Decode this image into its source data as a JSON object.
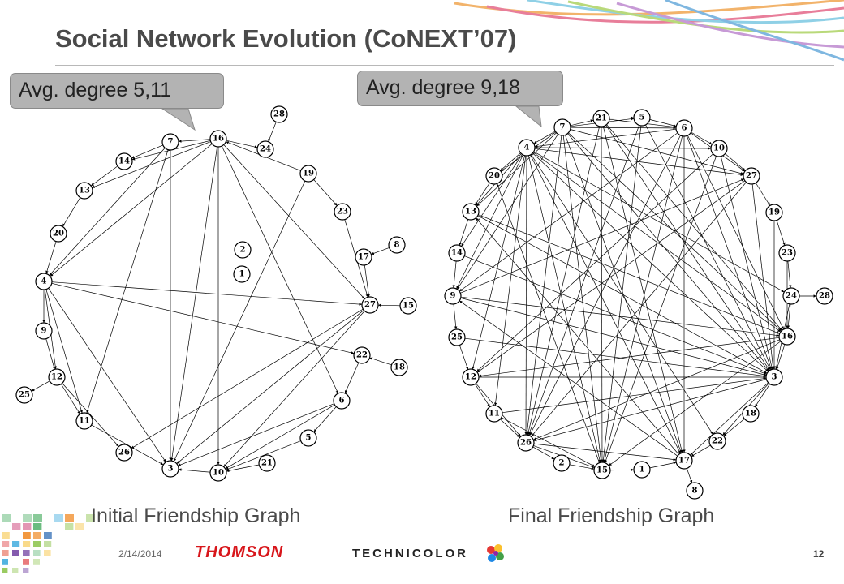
{
  "slide": {
    "title": "Social Network Evolution (CoNEXT’07)",
    "date": "2/14/2014",
    "page_number": "12"
  },
  "callouts": {
    "left": "Avg. degree 5,11",
    "right": "Avg. degree 9,18"
  },
  "captions": {
    "left": "Initial Friendship Graph",
    "right": "Final Friendship Graph"
  },
  "footer": {
    "thomson_logo": "THOMSON",
    "technicolor_logo": "TECHNICOLOR"
  },
  "graphs": {
    "initial": {
      "nodes": [
        "7",
        "16",
        "28",
        "24",
        "19",
        "14",
        "13",
        "23",
        "20",
        "8",
        "17",
        "2",
        "1",
        "4",
        "27",
        "15",
        "9",
        "22",
        "18",
        "12",
        "25",
        "6",
        "11",
        "5",
        "26",
        "21",
        "3",
        "10"
      ],
      "edges": [
        [
          "16",
          "7"
        ],
        [
          "16",
          "14"
        ],
        [
          "16",
          "13"
        ],
        [
          "16",
          "4"
        ],
        [
          "16",
          "3"
        ],
        [
          "16",
          "10"
        ],
        [
          "16",
          "6"
        ],
        [
          "16",
          "27"
        ],
        [
          "16",
          "24"
        ],
        [
          "7",
          "14"
        ],
        [
          "7",
          "3"
        ],
        [
          "7",
          "11"
        ],
        [
          "7",
          "4"
        ],
        [
          "28",
          "24"
        ],
        [
          "19",
          "16"
        ],
        [
          "19",
          "23"
        ],
        [
          "19",
          "3"
        ],
        [
          "14",
          "13"
        ],
        [
          "13",
          "20"
        ],
        [
          "20",
          "4"
        ],
        [
          "4",
          "27"
        ],
        [
          "4",
          "22"
        ],
        [
          "4",
          "9"
        ],
        [
          "4",
          "12"
        ],
        [
          "4",
          "11"
        ],
        [
          "4",
          "3"
        ],
        [
          "23",
          "27"
        ],
        [
          "17",
          "27"
        ],
        [
          "8",
          "17"
        ],
        [
          "15",
          "27"
        ],
        [
          "18",
          "22"
        ],
        [
          "22",
          "6"
        ],
        [
          "6",
          "10"
        ],
        [
          "6",
          "5"
        ],
        [
          "6",
          "3"
        ],
        [
          "27",
          "3"
        ],
        [
          "27",
          "26"
        ],
        [
          "27",
          "10"
        ],
        [
          "9",
          "12"
        ],
        [
          "12",
          "25"
        ],
        [
          "12",
          "11"
        ],
        [
          "12",
          "26"
        ],
        [
          "11",
          "3"
        ],
        [
          "5",
          "10"
        ],
        [
          "21",
          "10"
        ],
        [
          "10",
          "3"
        ]
      ]
    },
    "final": {
      "nodes": [
        "7",
        "21",
        "5",
        "6",
        "4",
        "10",
        "20",
        "27",
        "13",
        "19",
        "14",
        "23",
        "9",
        "24",
        "28",
        "25",
        "16",
        "12",
        "3",
        "11",
        "18",
        "26",
        "22",
        "2",
        "15",
        "1",
        "17",
        "8"
      ],
      "edges": [
        [
          "7",
          "21"
        ],
        [
          "7",
          "5"
        ],
        [
          "7",
          "6"
        ],
        [
          "7",
          "4"
        ],
        [
          "7",
          "20"
        ],
        [
          "7",
          "13"
        ],
        [
          "7",
          "15"
        ],
        [
          "7",
          "17"
        ],
        [
          "7",
          "27"
        ],
        [
          "7",
          "3"
        ],
        [
          "7",
          "26"
        ],
        [
          "7",
          "9"
        ],
        [
          "7",
          "16"
        ],
        [
          "21",
          "5"
        ],
        [
          "21",
          "6"
        ],
        [
          "21",
          "15"
        ],
        [
          "21",
          "3"
        ],
        [
          "21",
          "17"
        ],
        [
          "21",
          "26"
        ],
        [
          "21",
          "16"
        ],
        [
          "5",
          "6"
        ],
        [
          "5",
          "26"
        ],
        [
          "5",
          "15"
        ],
        [
          "5",
          "3"
        ],
        [
          "6",
          "10"
        ],
        [
          "6",
          "27"
        ],
        [
          "6",
          "4"
        ],
        [
          "6",
          "3"
        ],
        [
          "6",
          "16"
        ],
        [
          "6",
          "15"
        ],
        [
          "6",
          "17"
        ],
        [
          "6",
          "26"
        ],
        [
          "6",
          "9"
        ],
        [
          "4",
          "20"
        ],
        [
          "4",
          "13"
        ],
        [
          "4",
          "14"
        ],
        [
          "4",
          "9"
        ],
        [
          "4",
          "27"
        ],
        [
          "4",
          "10"
        ],
        [
          "4",
          "3"
        ],
        [
          "4",
          "16"
        ],
        [
          "4",
          "15"
        ],
        [
          "4",
          "17"
        ],
        [
          "4",
          "26"
        ],
        [
          "4",
          "22"
        ],
        [
          "4",
          "12"
        ],
        [
          "4",
          "11"
        ],
        [
          "4",
          "24"
        ],
        [
          "10",
          "27"
        ],
        [
          "10",
          "3"
        ],
        [
          "10",
          "15"
        ],
        [
          "10",
          "12"
        ],
        [
          "20",
          "13"
        ],
        [
          "13",
          "14"
        ],
        [
          "13",
          "3"
        ],
        [
          "13",
          "16"
        ],
        [
          "14",
          "9"
        ],
        [
          "14",
          "3"
        ],
        [
          "9",
          "25"
        ],
        [
          "9",
          "3"
        ],
        [
          "9",
          "16"
        ],
        [
          "9",
          "27"
        ],
        [
          "27",
          "19"
        ],
        [
          "27",
          "3"
        ],
        [
          "27",
          "12"
        ],
        [
          "27",
          "26"
        ],
        [
          "19",
          "23"
        ],
        [
          "19",
          "3"
        ],
        [
          "23",
          "24"
        ],
        [
          "23",
          "16"
        ],
        [
          "24",
          "28"
        ],
        [
          "24",
          "16"
        ],
        [
          "24",
          "3"
        ],
        [
          "25",
          "12"
        ],
        [
          "25",
          "3"
        ],
        [
          "16",
          "3"
        ],
        [
          "16",
          "26"
        ],
        [
          "16",
          "12"
        ],
        [
          "16",
          "15"
        ],
        [
          "12",
          "11"
        ],
        [
          "12",
          "26"
        ],
        [
          "12",
          "3"
        ],
        [
          "11",
          "26"
        ],
        [
          "11",
          "15"
        ],
        [
          "11",
          "3"
        ],
        [
          "3",
          "18"
        ],
        [
          "3",
          "17"
        ],
        [
          "3",
          "26"
        ],
        [
          "3",
          "22"
        ],
        [
          "18",
          "22"
        ],
        [
          "22",
          "17"
        ],
        [
          "26",
          "2"
        ],
        [
          "26",
          "15"
        ],
        [
          "26",
          "17"
        ],
        [
          "2",
          "15"
        ],
        [
          "15",
          "1"
        ],
        [
          "1",
          "17"
        ],
        [
          "17",
          "8"
        ],
        [
          "17",
          "9"
        ],
        [
          "17",
          "13"
        ],
        [
          "15",
          "20"
        ]
      ]
    }
  },
  "colors": {
    "title": "#4a4a4a",
    "callout_fill": "#b3b3b3",
    "thomson_red": "#d8161b"
  }
}
